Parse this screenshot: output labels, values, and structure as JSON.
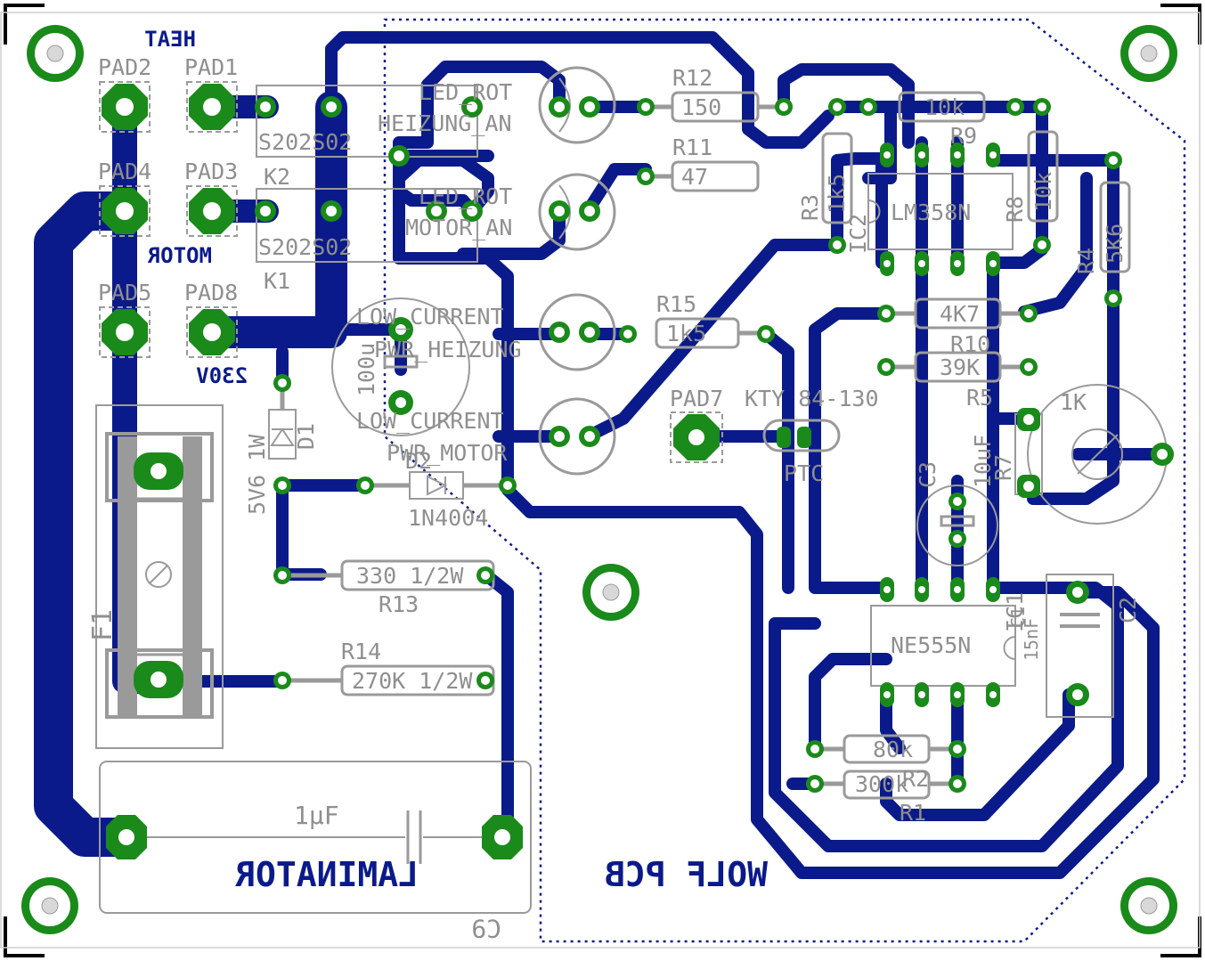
{
  "pads": {
    "pad1": "PAD1",
    "pad2": "PAD2",
    "pad3": "PAD3",
    "pad4": "PAD4",
    "pad5": "PAD5",
    "pad7": "PAD7",
    "pad8": "PAD8"
  },
  "copper_labels": {
    "heat": "HEAT",
    "motor": "MOTOR",
    "v230": "230V",
    "laminator": "LAMINATOR",
    "wolf_pcb": "WOLF PCB"
  },
  "components": {
    "k1": "K1",
    "k2": "K2",
    "s202s02_1": "S202S02",
    "s202s02_2": "S202S02",
    "led_rot_1": "LED_ROT",
    "heizung_an": "HEIZUNG_AN",
    "led_rot_2": "LED_ROT",
    "motor_an": "MOTOR_AN",
    "low_current_1": "LOW_CURRENT",
    "pwr_heizung": "PWR_HEIZUNG",
    "low_current_2": "LOW_CURRENT",
    "pwr_motor": "PWR_MOTOR",
    "c_100u": "100u",
    "d1": "D1",
    "d1_value": "5V6 1W",
    "d2": "D2",
    "d2_value": "1N4004",
    "r12": "R12",
    "r12_value": "150",
    "r11": "R11",
    "r11_value": "47",
    "r15": "R15",
    "r15_value": "1k5",
    "r13": "R13",
    "r13_value": "330 1/2W",
    "r14": "R14",
    "r14_value": "270K 1/2W",
    "r3": "R3",
    "r3_value": "1k5",
    "r9": "R9",
    "r9_value": "10k",
    "r8": "R8",
    "r8_value": "10k",
    "r4": "R4",
    "r4_value": "5K6",
    "ic2": "IC2",
    "ic2_value": "LM358N",
    "r10": "R10",
    "r10_value": "4K7",
    "r5": "R5",
    "r5_value": "39K",
    "r7": "R7",
    "r7_value": "1K",
    "c3": "C3",
    "c3_value": "10uF",
    "kty": "KTY 84-130",
    "ptc": "PTC",
    "ic1": "IC1",
    "ic1_value": "NE555N",
    "c1": "C1",
    "c1_value": "15nF",
    "c2": "C2",
    "r2": "R2",
    "r2_value": "80k",
    "r1": "R1",
    "r1_value": "300k",
    "f1": "F1",
    "c9": "C9",
    "c9_value": "1µF"
  },
  "colors": {
    "copper": "#0b1a8a",
    "pad": "#1a8a1a",
    "silkscreen": "#9a9a9a",
    "background": "#ffffff"
  }
}
